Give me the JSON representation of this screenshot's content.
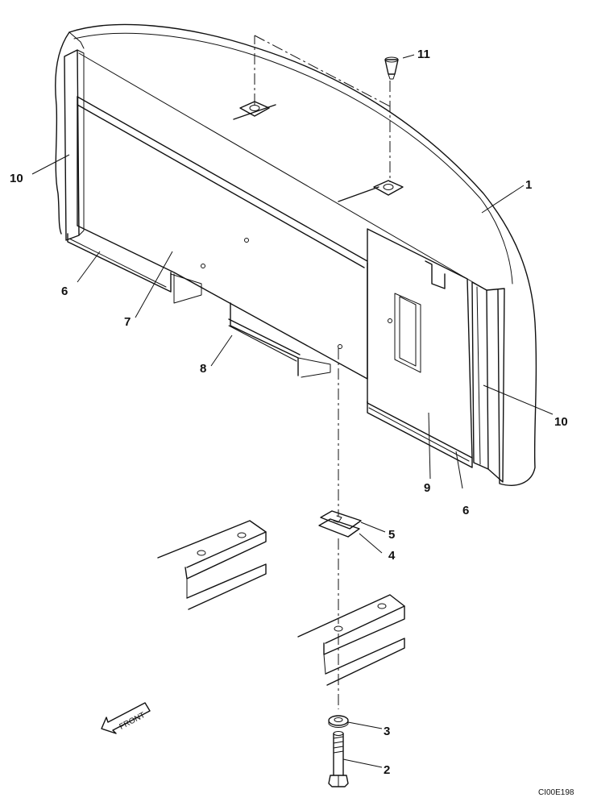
{
  "drawing_code": "CI00E198",
  "front_label": "FRONT",
  "callouts": [
    {
      "id": "c1",
      "label": "1"
    },
    {
      "id": "c2",
      "label": "2"
    },
    {
      "id": "c3",
      "label": "3"
    },
    {
      "id": "c4",
      "label": "4"
    },
    {
      "id": "c5",
      "label": "5"
    },
    {
      "id": "c6a",
      "label": "6"
    },
    {
      "id": "c6b",
      "label": "6"
    },
    {
      "id": "c7",
      "label": "7"
    },
    {
      "id": "c8",
      "label": "8"
    },
    {
      "id": "c9",
      "label": "9"
    },
    {
      "id": "c10a",
      "label": "10"
    },
    {
      "id": "c10b",
      "label": "10"
    },
    {
      "id": "c11",
      "label": "11"
    }
  ]
}
